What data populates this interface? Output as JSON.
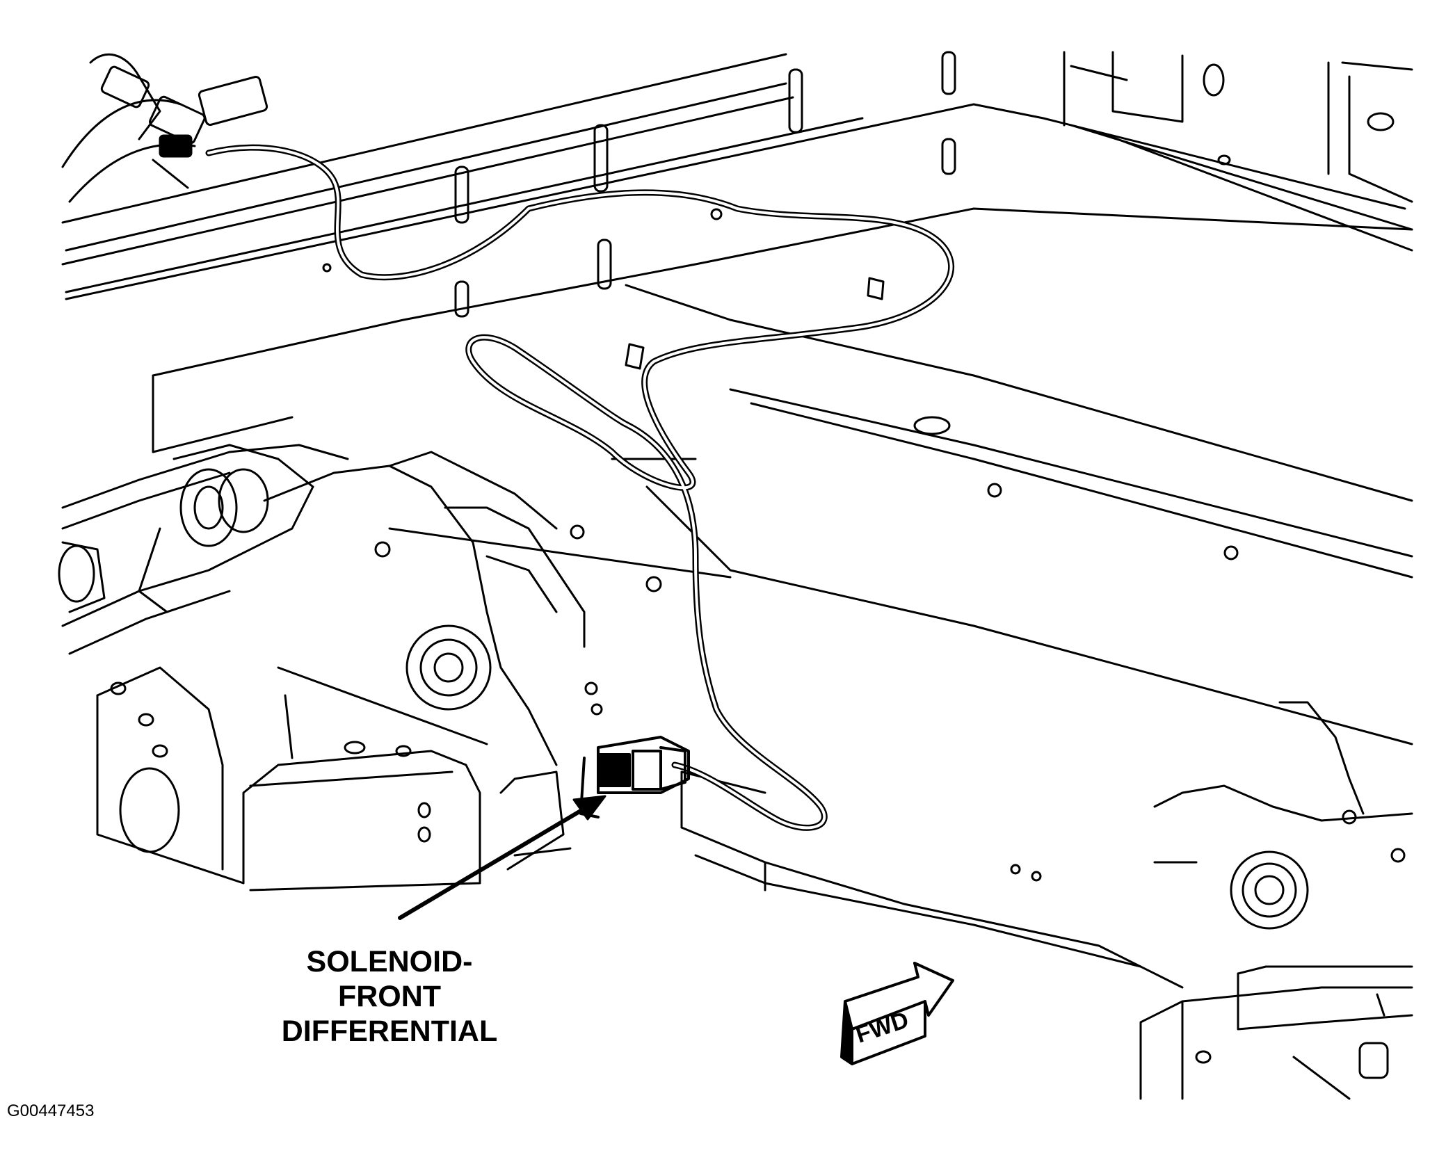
{
  "diagram": {
    "callout": {
      "line1": "SOLENOID-",
      "line2": "FRONT",
      "line3": "DIFFERENTIAL"
    },
    "direction_marker": {
      "label": "FWD",
      "icon": "forward-arrow-icon"
    },
    "figure_id": "G00447453"
  }
}
